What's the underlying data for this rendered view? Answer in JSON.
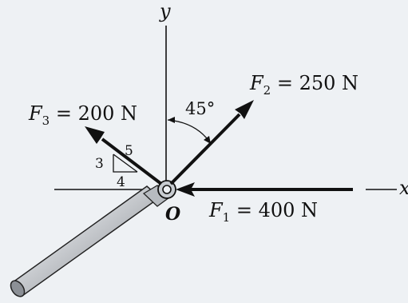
{
  "colors": {
    "background": "#eef1f4",
    "ink": "#111111",
    "pipe_light": "#d9dcdf",
    "pipe_dark": "#7c8086"
  },
  "axes": {
    "x_label": "x",
    "y_label": "y",
    "origin_label": "O"
  },
  "forces": {
    "f1": {
      "symbol": "F",
      "subscript": "1",
      "value_text": " = 400 N",
      "magnitude": 400,
      "unit": "N"
    },
    "f2": {
      "symbol": "F",
      "subscript": "2",
      "value_text": " = 250 N",
      "magnitude": 250,
      "unit": "N"
    },
    "f3": {
      "symbol": "F",
      "subscript": "3",
      "value_text": " = 200 N",
      "magnitude": 200,
      "unit": "N"
    }
  },
  "angle": {
    "label": "45°",
    "degrees": 45
  },
  "slope_triangle": {
    "rise": "3",
    "run": "4",
    "hyp": "5"
  },
  "icons": {
    "pin": "pin-joint-icon",
    "pipe": "pipe-icon"
  }
}
